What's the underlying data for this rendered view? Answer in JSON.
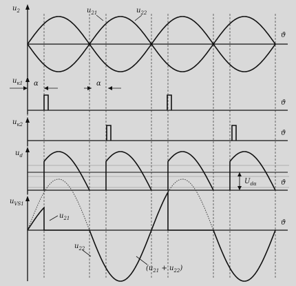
{
  "labels": {
    "u2": "u",
    "u2_sub": "2",
    "u21": "u",
    "u21_sub": "21",
    "u22": "u",
    "u22_sub": "22",
    "theta": "ϑ",
    "uk1": "u",
    "uk1_sub": "к1",
    "uk2": "u",
    "uk2_sub": "к2",
    "ud": "u",
    "ud_sub": "d",
    "udalpha": "U",
    "udalpha_sub": "dα",
    "uvs1": "u",
    "uvs1_sub": "VS1",
    "alpha": "α",
    "sum_label": "(u",
    "sum_sub1": "21",
    "sum_plus": " + u",
    "sum_sub2": "22",
    "sum_close": ")"
  }
}
